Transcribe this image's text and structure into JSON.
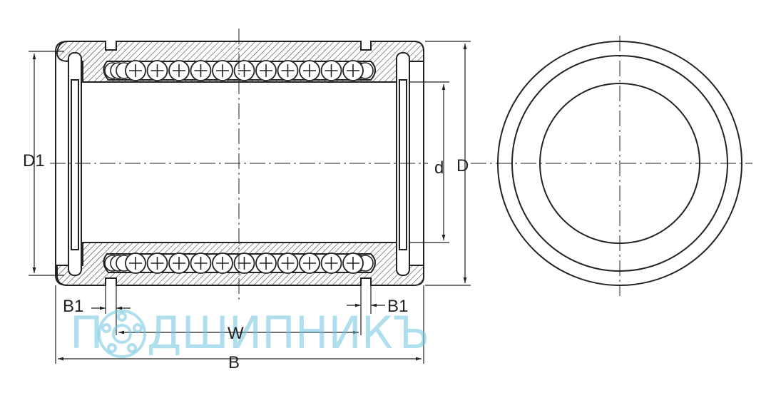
{
  "diagram": {
    "subject": "linear ball bearing",
    "views": [
      "side section view",
      "end view"
    ],
    "dimension_labels": {
      "D1": "D1",
      "d": "d",
      "D": "D",
      "B1_left": "B1",
      "B1_right": "B1",
      "W": "W",
      "B": "B"
    },
    "watermark": {
      "text": "ДШИПНИКЪ",
      "leading_letter": "П"
    },
    "colors": {
      "line": "#222222",
      "hatch": "#444444",
      "watermark": "#6ec4dc"
    }
  }
}
